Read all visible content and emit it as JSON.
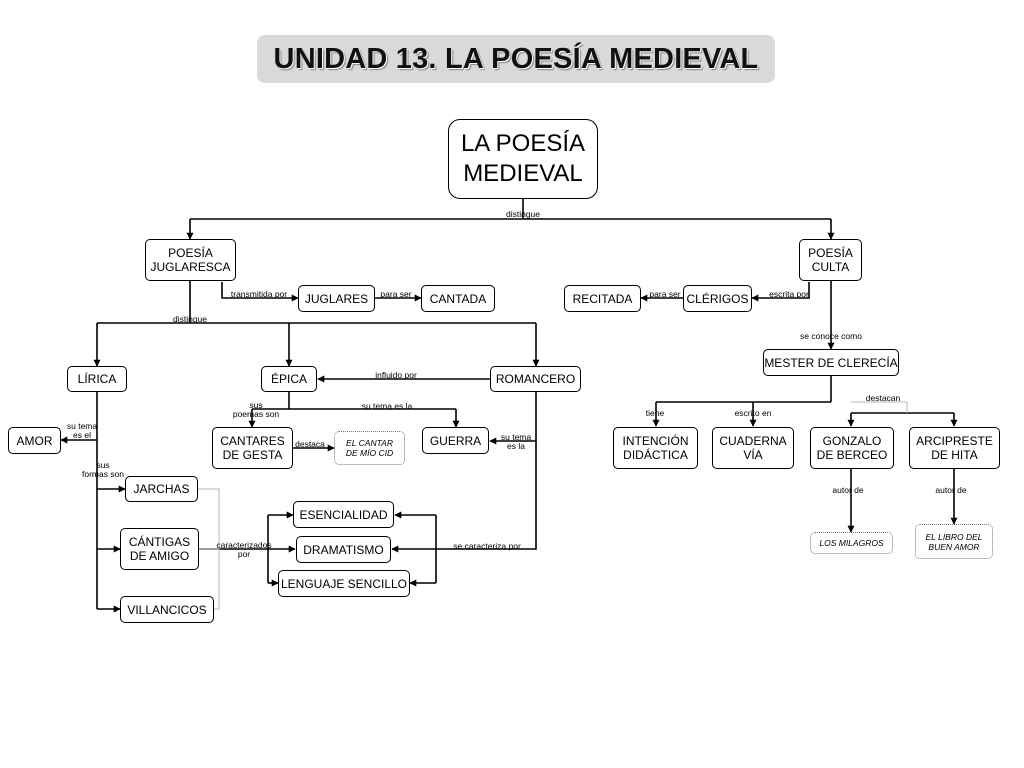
{
  "title": "UNIDAD 13. LA POESÍA MEDIEVAL",
  "nodes": {
    "root": "LA POESÍA\nMEDIEVAL",
    "juglaresca": "POESÍA\nJUGLARESCA",
    "culta": "POESÍA\nCULTA",
    "juglares": "JUGLARES",
    "cantada": "CANTADA",
    "recitada": "RECITADA",
    "clerigos": "CLÉRIGOS",
    "mester": "MESTER DE CLERECÍA",
    "lirica": "LÍRICA",
    "epica": "ÉPICA",
    "romancero": "ROMANCERO",
    "amor": "AMOR",
    "cantares": "CANTARES\nDE GESTA",
    "cid": "EL CANTAR\nDE MÍO CID",
    "guerra": "GUERRA",
    "jarchas": "JARCHAS",
    "cantigas": "CÁNTIGAS\nDE AMIGO",
    "villancicos": "VILLANCICOS",
    "esencialidad": "ESENCIALIDAD",
    "dramatismo": "DRAMATISMO",
    "lenguaje": "LENGUAJE SENCILLO",
    "intencion": "INTENCIÓN\nDIDÁCTICA",
    "cuaderna": "CUADERNA\nVÍA",
    "berceo": "GONZALO\nDE BERCEO",
    "hita": "ARCIPRESTE\nDE HITA",
    "milagros": "LOS MILAGROS",
    "libro": "EL LIBRO DEL\nBUEN AMOR"
  },
  "labels": {
    "distingue_top": "distingue",
    "transmitida": "transmitida por",
    "para_ser_1": "para ser",
    "para_ser_2": "para ser",
    "escrita": "escrita por",
    "distingue_jug": "distingue",
    "conoce": "se conoce como",
    "influido": "influido por",
    "sus_poemas": "sus\npoemas son",
    "tema_epica": "su tema es la",
    "tema_lirica": "su tema\nes el",
    "destaca": "destaca",
    "tema_romancero": "su tema\nes la",
    "formas": "sus\nformas son",
    "caracterizados": "caracterizados\npor",
    "caracteriza": "se  caracteriza por",
    "tiene": "tiene",
    "escrito": "escrito en",
    "destacan": "destacan",
    "autor_1": "autor de",
    "autor_2": "autor de"
  }
}
